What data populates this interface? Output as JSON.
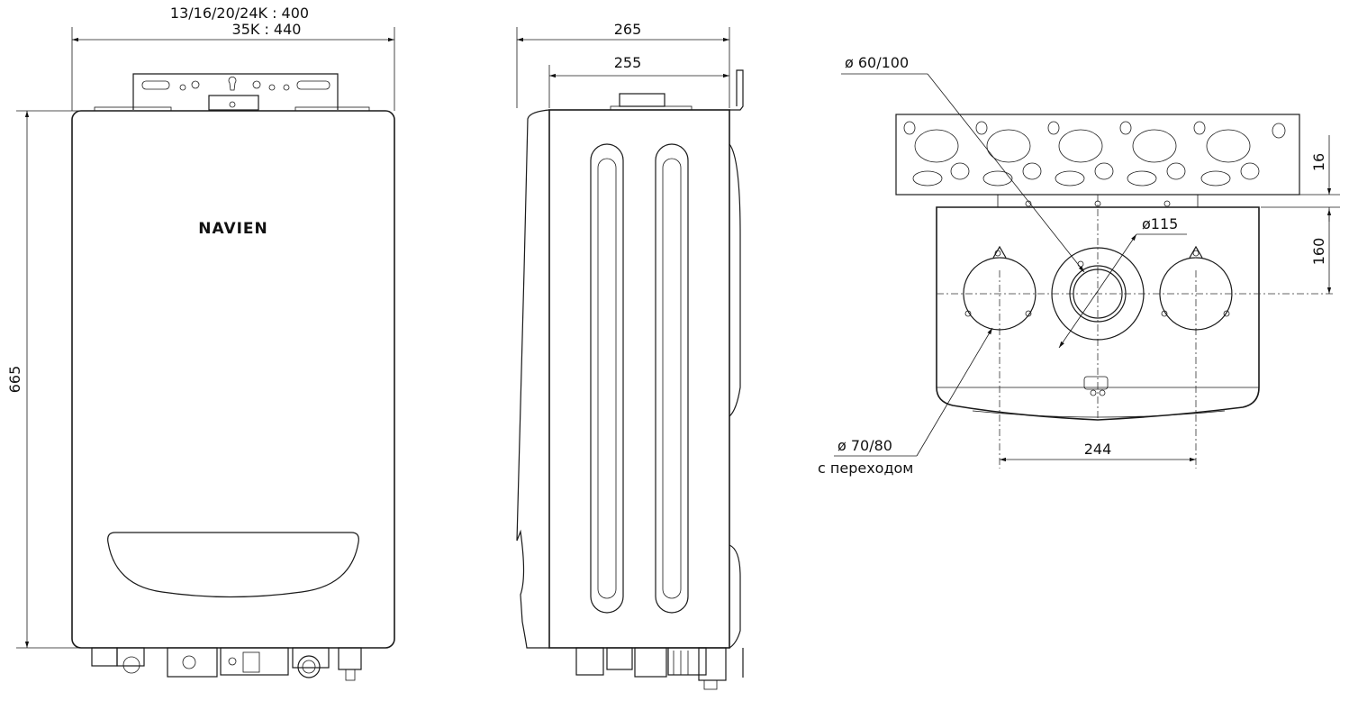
{
  "brand": "NAVIEN",
  "front_view": {
    "width_label_line1": "13/16/20/24K : 400",
    "width_label_line2": "35K : 440",
    "height_label": "665"
  },
  "side_view": {
    "outer_depth_label": "265",
    "inner_depth_label": "255"
  },
  "top_view": {
    "flue_label": "ø 60/100",
    "bracket_thickness_label": "16",
    "flue_outer_label": "ø115",
    "flue_offset_label": "160",
    "separate_flue_label_line1": "ø 70/80",
    "separate_flue_label_line2": "с переходом",
    "separate_spacing_label": "244"
  }
}
